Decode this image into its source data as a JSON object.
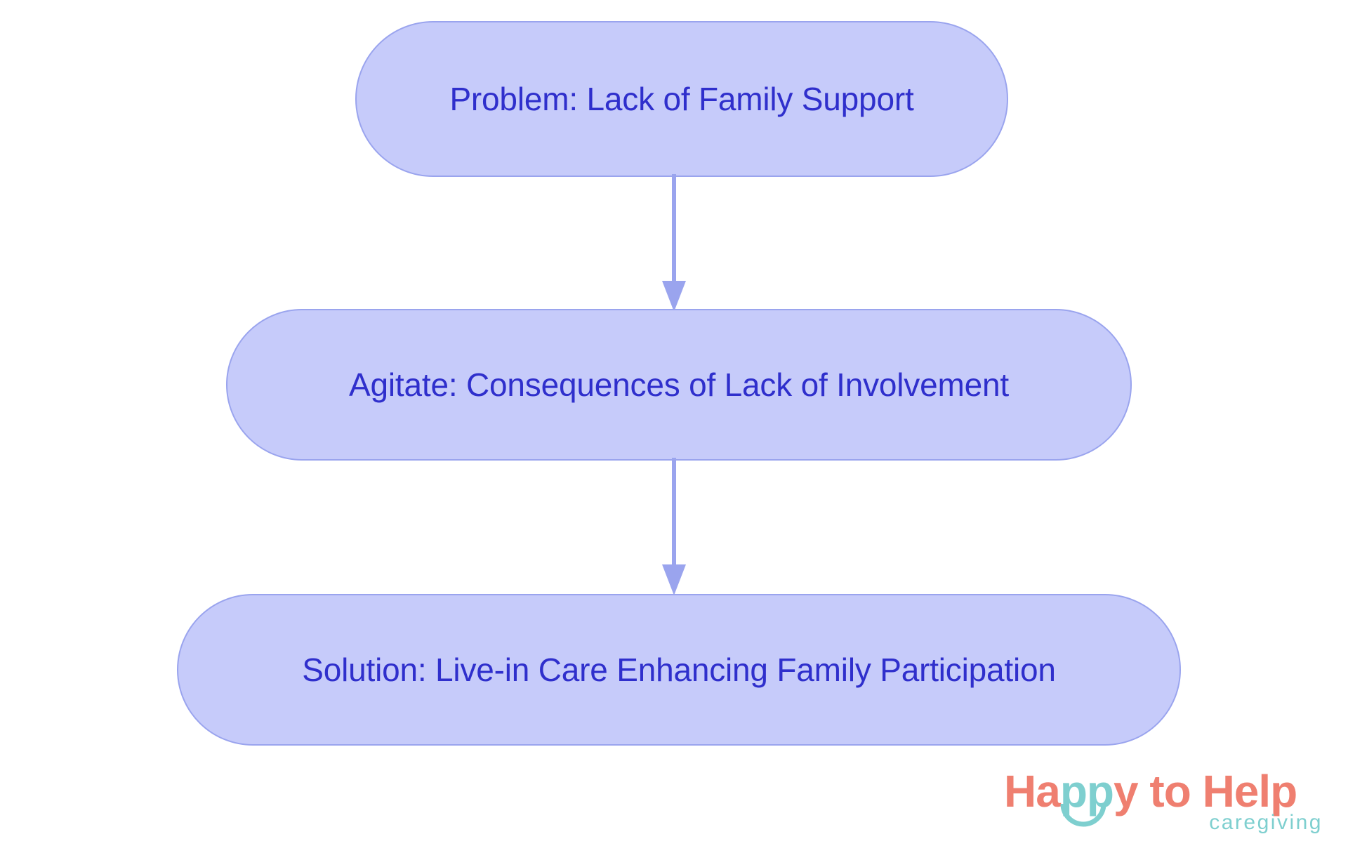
{
  "diagram": {
    "type": "flowchart",
    "orientation": "vertical",
    "background_color": "#ffffff",
    "node_fill_color": "#c6cbfa",
    "node_border_color": "#9aa4ee",
    "node_text_color": "#2f2fcc",
    "connector_color": "#9aa4ee",
    "nodes": [
      {
        "id": "problem",
        "label": "Problem: Lack of Family Support"
      },
      {
        "id": "agitate",
        "label": "Agitate: Consequences of Lack of Involvement"
      },
      {
        "id": "solution",
        "label": "Solution: Live-in Care Enhancing Family Participation"
      }
    ],
    "edges": [
      {
        "from": "problem",
        "to": "agitate",
        "label": ""
      },
      {
        "from": "agitate",
        "to": "solution",
        "label": ""
      }
    ]
  },
  "logo": {
    "word_1": "Ha",
    "word_pp": "pp",
    "word_2": "y to Help",
    "tagline": "caregiving",
    "primary_color": "#ef7f70",
    "accent_color": "#7ecfcf"
  }
}
